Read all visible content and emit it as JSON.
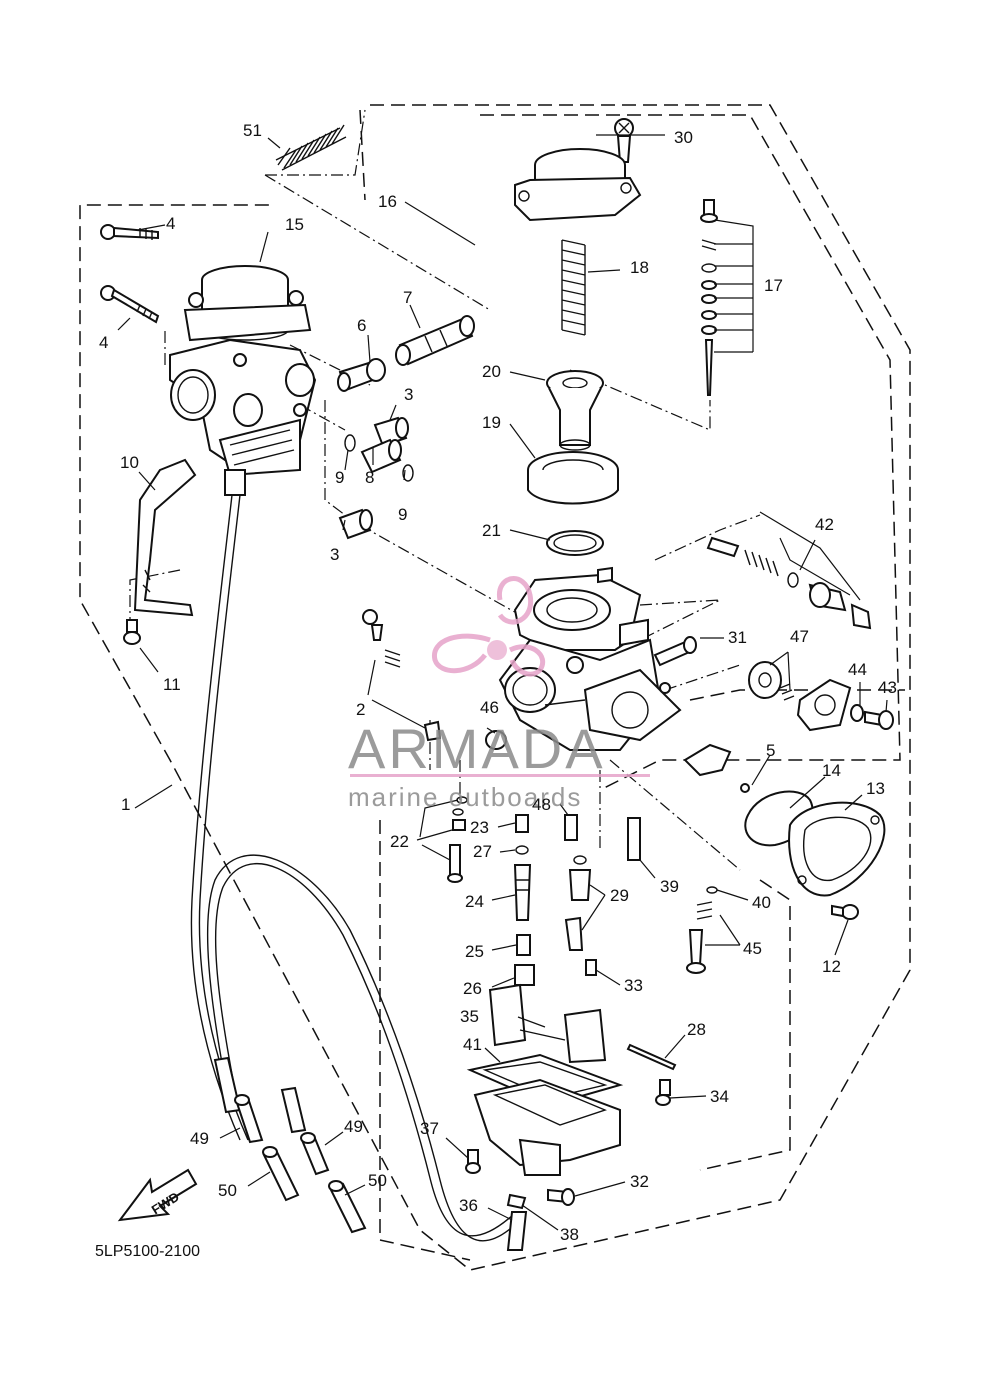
{
  "diagram_code": "5LP5100-2100",
  "watermark": {
    "brand": "ARMADA",
    "tagline": "marine outboards",
    "accent": "#e6a3c9"
  },
  "fwd_label": "FWD",
  "labels": [
    "1",
    "2",
    "3",
    "3",
    "4",
    "4",
    "5",
    "6",
    "7",
    "8",
    "9",
    "9",
    "10",
    "11",
    "12",
    "13",
    "14",
    "15",
    "16",
    "17",
    "18",
    "19",
    "20",
    "21",
    "22",
    "23",
    "24",
    "25",
    "26",
    "27",
    "28",
    "29",
    "30",
    "31",
    "32",
    "33",
    "34",
    "35",
    "36",
    "37",
    "38",
    "39",
    "40",
    "41",
    "42",
    "43",
    "44",
    "45",
    "46",
    "47",
    "48",
    "49",
    "49",
    "50",
    "50",
    "51"
  ]
}
